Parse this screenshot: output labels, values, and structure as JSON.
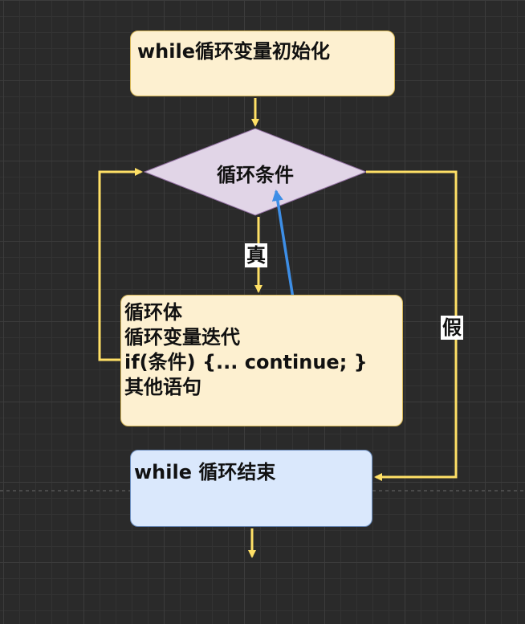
{
  "nodes": {
    "init": "while循环变量初始化",
    "condition": "循环条件",
    "body": {
      "line1": "循环体",
      "line2": "循环变量迭代",
      "line3": "if(条件) {... continue; }",
      "line4": "其他语句"
    },
    "end": "while 循环结束"
  },
  "edges": {
    "true_label": "真",
    "false_label": "假"
  },
  "colors": {
    "canvas": "#2a2a2a",
    "arrow": "#ffe066",
    "continue_arrow": "#3d8ee6",
    "decision_fill": "#e1d5e7",
    "process_fill": "#fdf0d0",
    "end_fill": "#dae8fc"
  }
}
